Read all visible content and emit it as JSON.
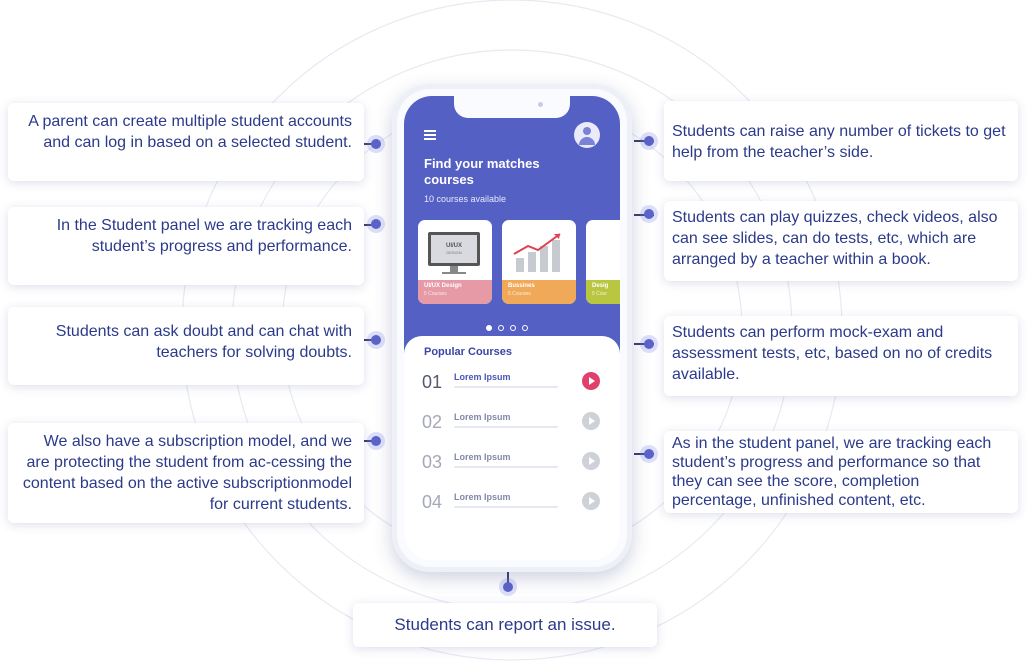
{
  "callouts_left": [
    {
      "id": "multi-student",
      "text": "A parent can create multiple student accounts and can log in based on a selected student."
    },
    {
      "id": "progress-tracking",
      "text": "In the Student panel we are tracking each student’s progress and performance."
    },
    {
      "id": "doubt-chat",
      "text": "Students can ask doubt and can chat with teachers for solving doubts."
    },
    {
      "id": "subscription",
      "text": "We also have a subscription model, and we are protecting the student from ac-cessing the content based on the active subscriptionmodel for current students."
    }
  ],
  "callouts_right": [
    {
      "id": "tickets",
      "text": "Students can raise any number of tickets to get help from the teacher’s side."
    },
    {
      "id": "quizzes",
      "text": "Students can play quizzes, check videos, also can see slides, can do tests, etc, which are arranged by a teacher within a book."
    },
    {
      "id": "mock-exam",
      "text": "Students can perform mock-exam and assessment tests, etc, based on no of credits available."
    },
    {
      "id": "score-tracking",
      "text": "As in the student panel, we are tracking each student’s progress and performance so that they can see the score, completion percentage, unfinished content, etc."
    }
  ],
  "callout_bottom": {
    "id": "report-issue",
    "text": "Students can report an issue."
  },
  "phone": {
    "hero_title": "Find your matches courses",
    "hero_sub": "10 courses available",
    "cards": [
      {
        "title": "UI/UX Design",
        "sub": "5 Courses",
        "band_color": "#e59aa6",
        "icon": "monitor-icon",
        "screen_label": "UI/UX DESIGN"
      },
      {
        "title": "Bussines",
        "sub": "5 Courses",
        "band_color": "#f0a859",
        "icon": "growth-chart-icon"
      },
      {
        "title": "Desig",
        "sub": "5 Cour",
        "band_color": "#b8c640",
        "icon": "design-icon"
      }
    ],
    "pager_count": 4,
    "pager_active": 0,
    "popular_title": "Popular Courses",
    "courses": [
      {
        "num": "01",
        "name": "Lorem Ipsum",
        "active": true
      },
      {
        "num": "02",
        "name": "Lorem Ipsum",
        "active": false
      },
      {
        "num": "03",
        "name": "Lorem Ipsum",
        "active": false
      },
      {
        "num": "04",
        "name": "Lorem Ipsum",
        "active": false
      }
    ]
  },
  "colors": {
    "accent": "#5560c4",
    "text": "#2b3a8a",
    "play_active": "#e0406c",
    "dot": "#5c63c9"
  }
}
